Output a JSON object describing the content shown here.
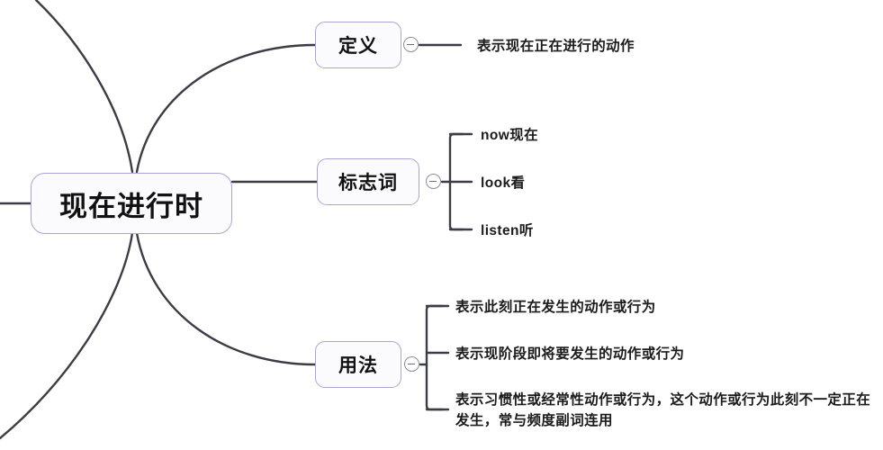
{
  "diagram": {
    "type": "mind-map",
    "title": "现在进行时",
    "root": {
      "label": "现在进行时"
    },
    "branches": [
      {
        "id": "definition",
        "label": "定义",
        "toggle_state": "expanded",
        "toggle_glyph": "minus",
        "children": [
          {
            "text": "表示现在正在进行的动作"
          }
        ]
      },
      {
        "id": "signal-words",
        "label": "标志词",
        "toggle_state": "expanded",
        "toggle_glyph": "minus",
        "children": [
          {
            "text": "now现在"
          },
          {
            "text": "look看"
          },
          {
            "text": "listen听"
          }
        ]
      },
      {
        "id": "usage",
        "label": "用法",
        "toggle_state": "expanded",
        "toggle_glyph": "minus",
        "children": [
          {
            "text": "表示此刻正在发生的动作或行为"
          },
          {
            "text": "表示现阶段即将要发生的动作或行为"
          },
          {
            "text": "表示习惯性或经常性动作或行为，这个动作或行为此刻不一定正在发生，常与频度副词连用"
          }
        ]
      }
    ]
  },
  "colors": {
    "node_border": "#a9a5d6",
    "node_fill": "#fbfbfd",
    "connector": "#3c3c46",
    "text": "#111111",
    "toggle_border": "#8d8d96",
    "background": "#ffffff"
  }
}
